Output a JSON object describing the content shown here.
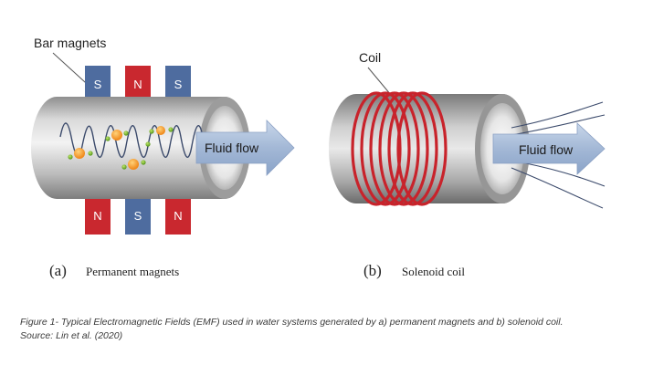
{
  "panel_a": {
    "callout_label": "Bar magnets",
    "top_magnets": [
      "S",
      "N",
      "S"
    ],
    "bottom_magnets": [
      "N",
      "S",
      "N"
    ],
    "arrow_label": "Fluid flow",
    "panel_letter": "(a)",
    "panel_title": "Permanent magnets"
  },
  "panel_b": {
    "callout_label": "Coil",
    "arrow_label": "Fluid flow",
    "panel_letter": "(b)",
    "panel_title": "Solenoid coil"
  },
  "caption": {
    "line1": "Figure 1- Typical Electromagnetic Fields (EMF) used in water systems generated by a) permanent magnets and b) solenoid coil.",
    "line2": "Source: Lin et al. (2020)"
  },
  "colors": {
    "magnet_n": "#c9282f",
    "magnet_s": "#4e6c9f",
    "coil": "#c8232b",
    "pipe": "#a6a6a6",
    "arrow": "#a9bdd9",
    "field_lines": "#3b4a6b"
  }
}
